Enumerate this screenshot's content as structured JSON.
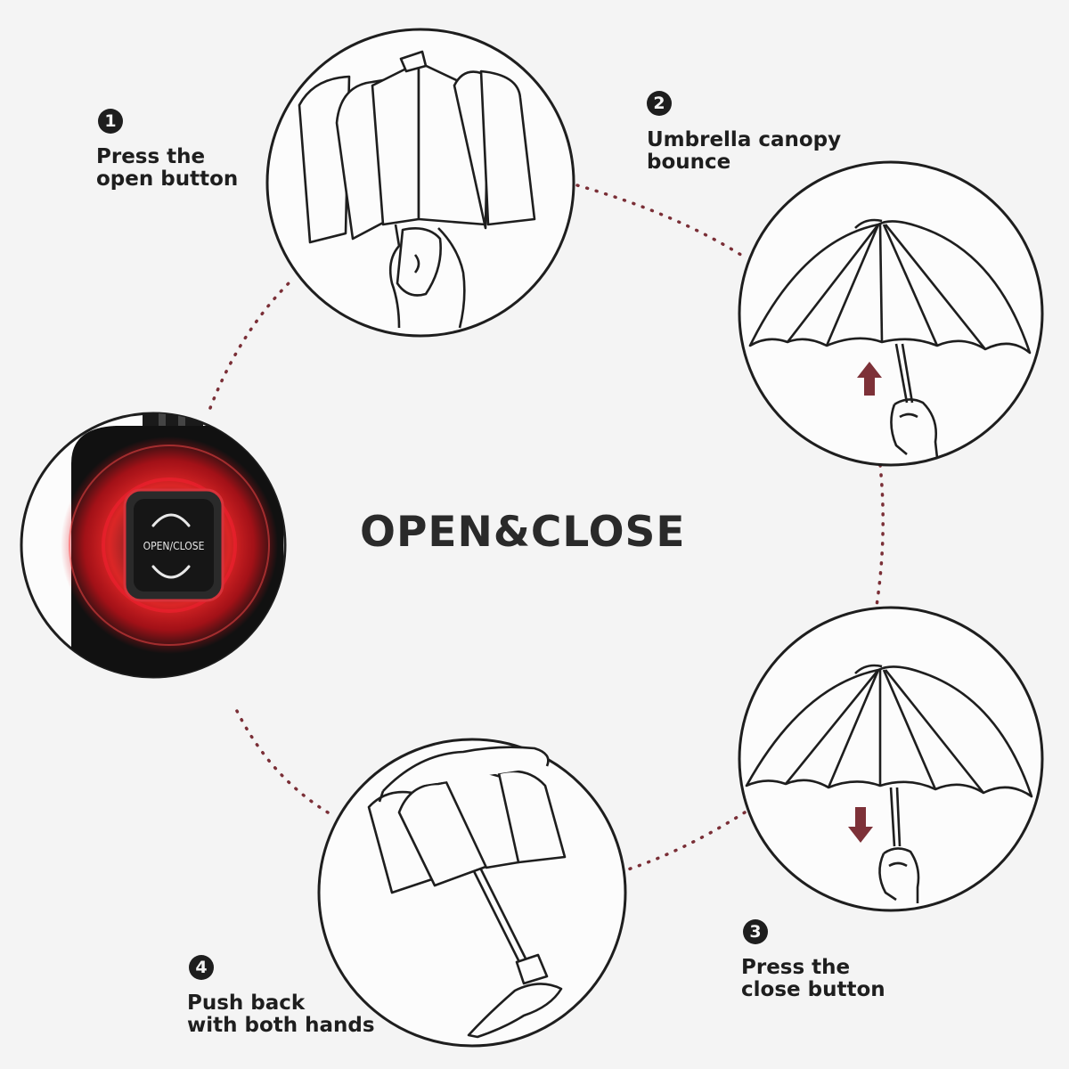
{
  "title": "OPEN&CLOSE",
  "button_label": "OPEN/CLOSE",
  "colors": {
    "background": "#f4f4f4",
    "line": "#1e1e1e",
    "dotted_path": "#7a2e36",
    "arrow": "#7d3138",
    "glow": "#e8202c",
    "handle": "#111111"
  },
  "steps": [
    {
      "number": "1",
      "line1": "Press the",
      "line2": "open button"
    },
    {
      "number": "2",
      "line1": "Umbrella canopy",
      "line2": "bounce"
    },
    {
      "number": "3",
      "line1": "Press the",
      "line2": "close button"
    },
    {
      "number": "4",
      "line1": "Push back",
      "line2": "with both hands"
    }
  ],
  "icons": {
    "step1": "closed-umbrella-in-hand-icon",
    "step2": "open-umbrella-arrow-up-icon",
    "step3": "open-umbrella-arrow-down-icon",
    "step4": "folding-umbrella-push-icon",
    "button": "open-close-button-icon"
  }
}
